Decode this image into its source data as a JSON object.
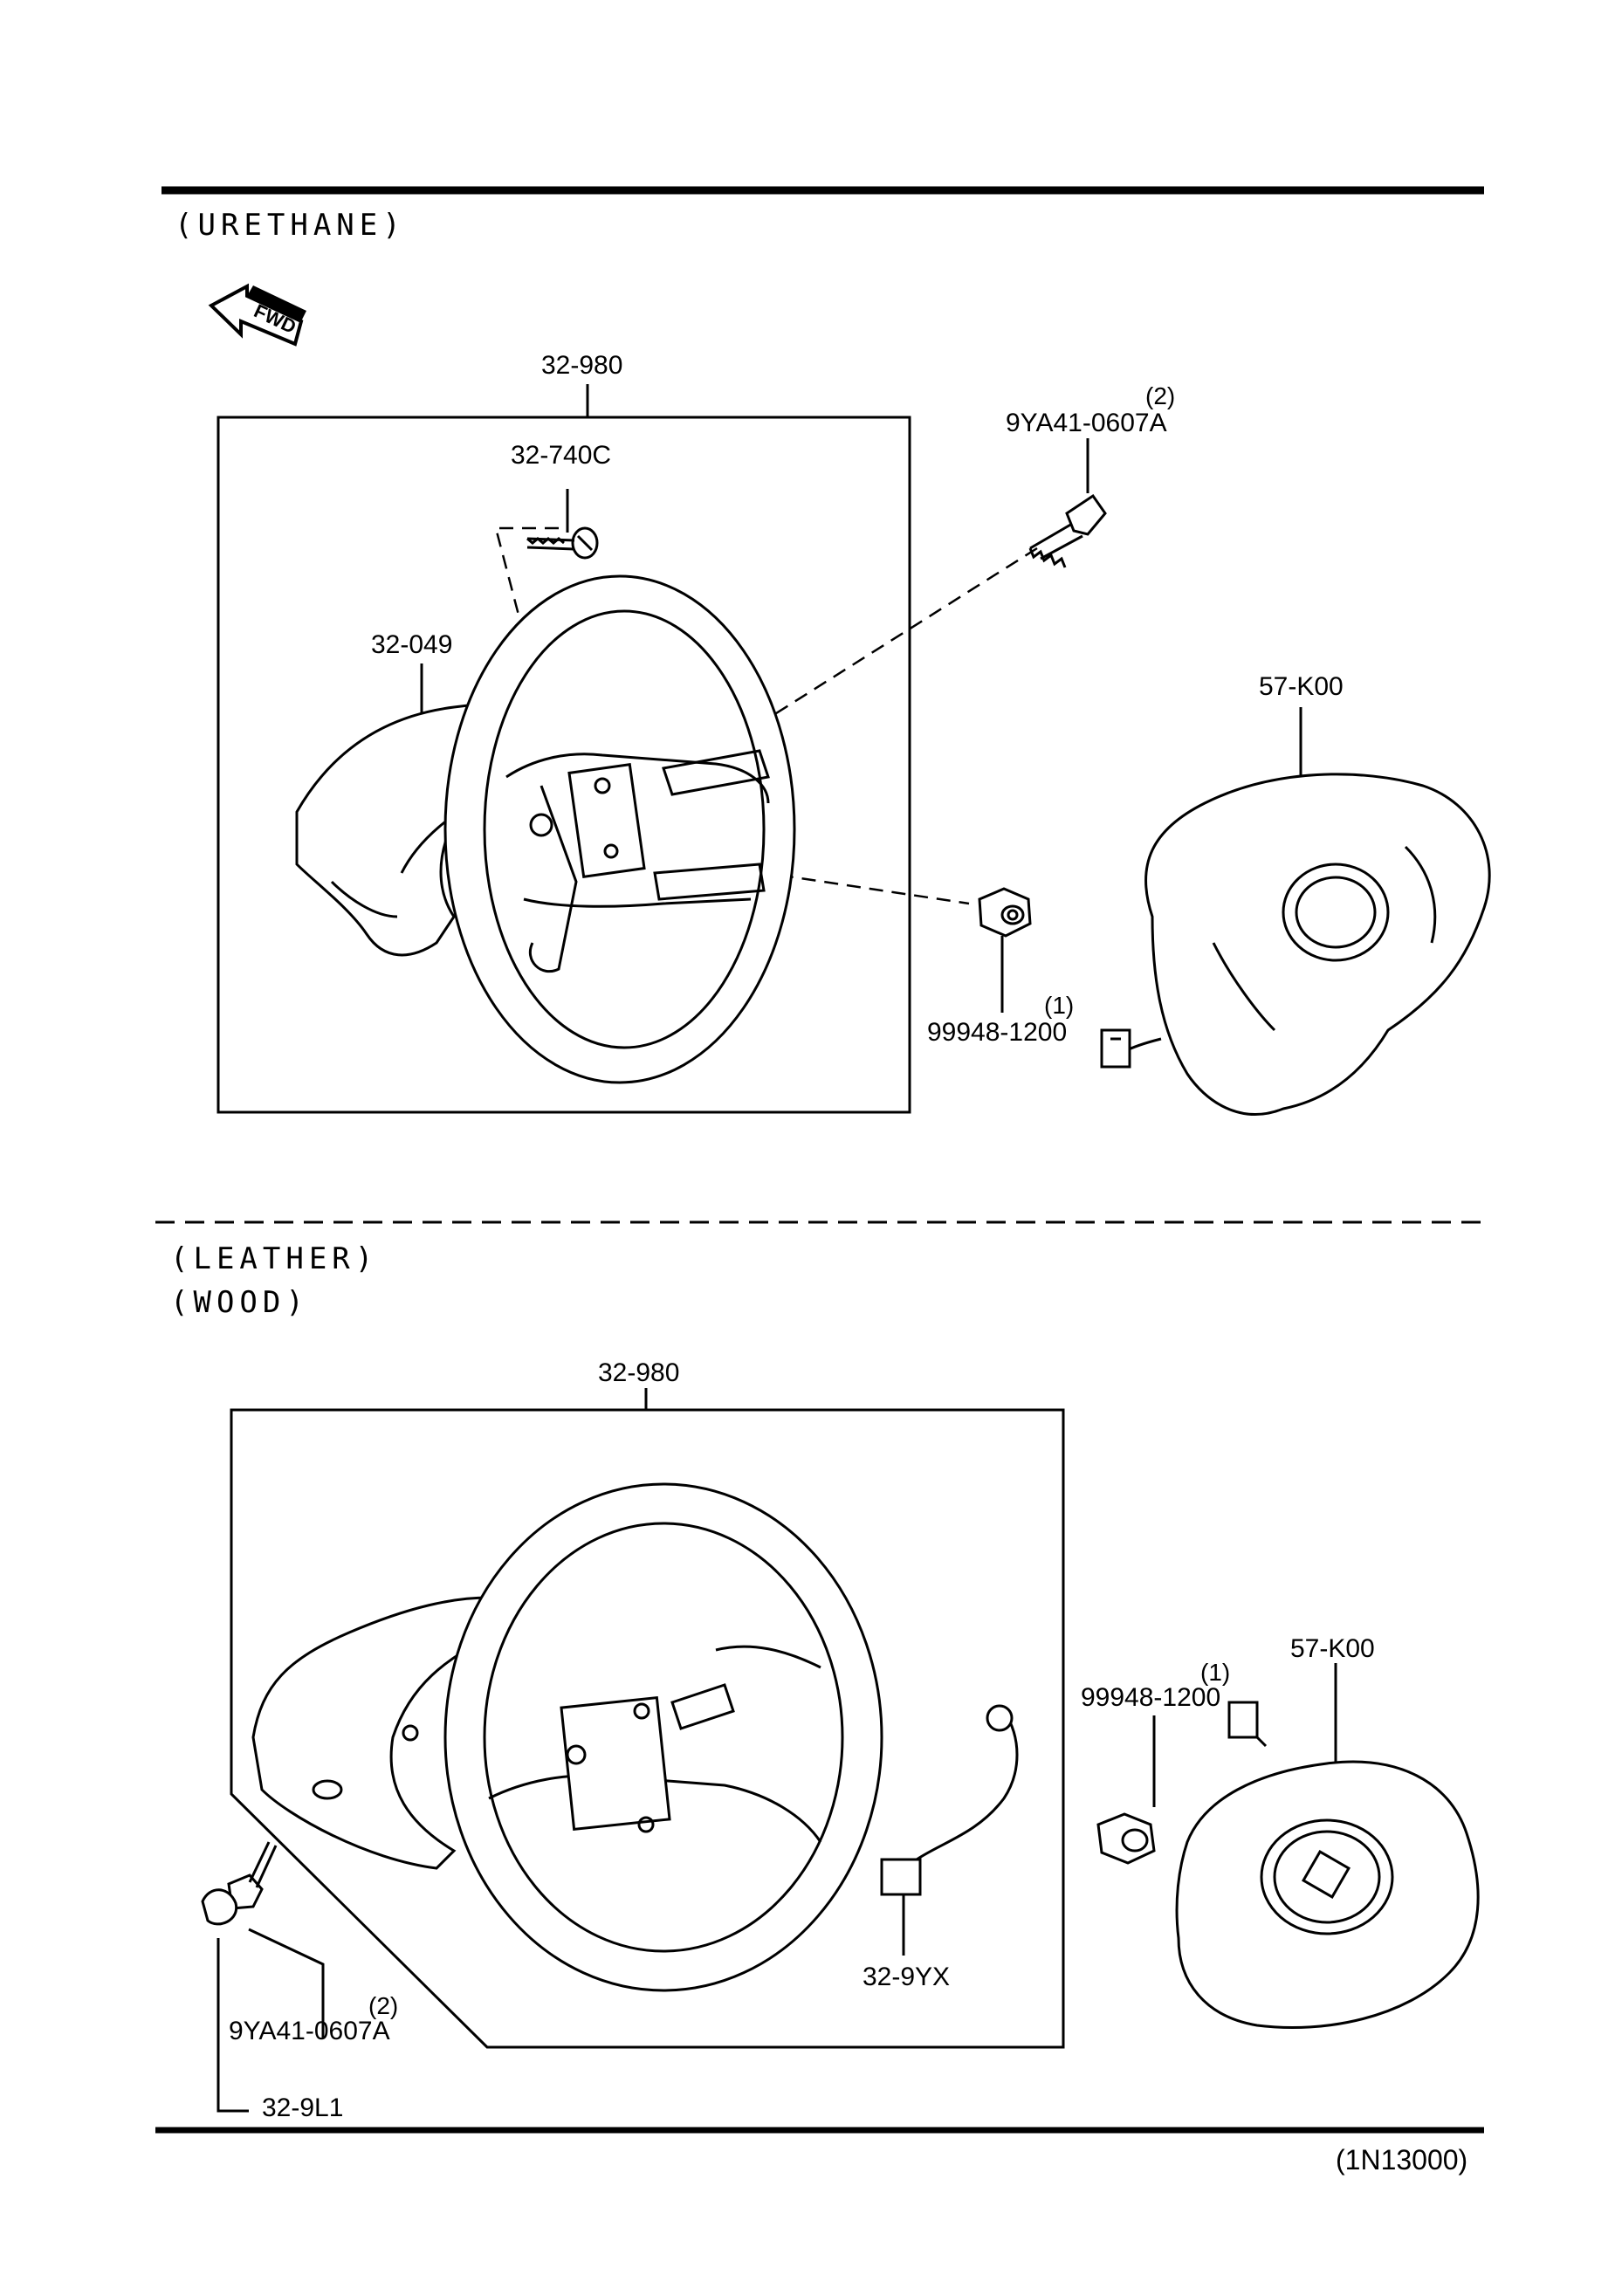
{
  "sections": [
    {
      "headings": [
        "(URETHANE)"
      ],
      "badge": "FWD",
      "callouts": [
        {
          "part": "32-980"
        },
        {
          "part": "32-740C"
        },
        {
          "part": "9YA41-0607A",
          "qty": "(2)"
        },
        {
          "part": "32-049"
        },
        {
          "part": "57-K00"
        },
        {
          "part": "99948-1200",
          "qty": "(1)"
        }
      ]
    },
    {
      "headings": [
        "(LEATHER)",
        "(WOOD)"
      ],
      "callouts": [
        {
          "part": "32-980"
        },
        {
          "part": "57-K00"
        },
        {
          "part": "99948-1200",
          "qty": "(1)"
        },
        {
          "part": "32-9YX"
        },
        {
          "part": "9YA41-0607A",
          "qty": "(2)"
        },
        {
          "part": "32-9L1"
        }
      ]
    }
  ],
  "figure_code": "(1N13000)",
  "colors": {
    "ink": "#000000",
    "paper": "#ffffff"
  }
}
